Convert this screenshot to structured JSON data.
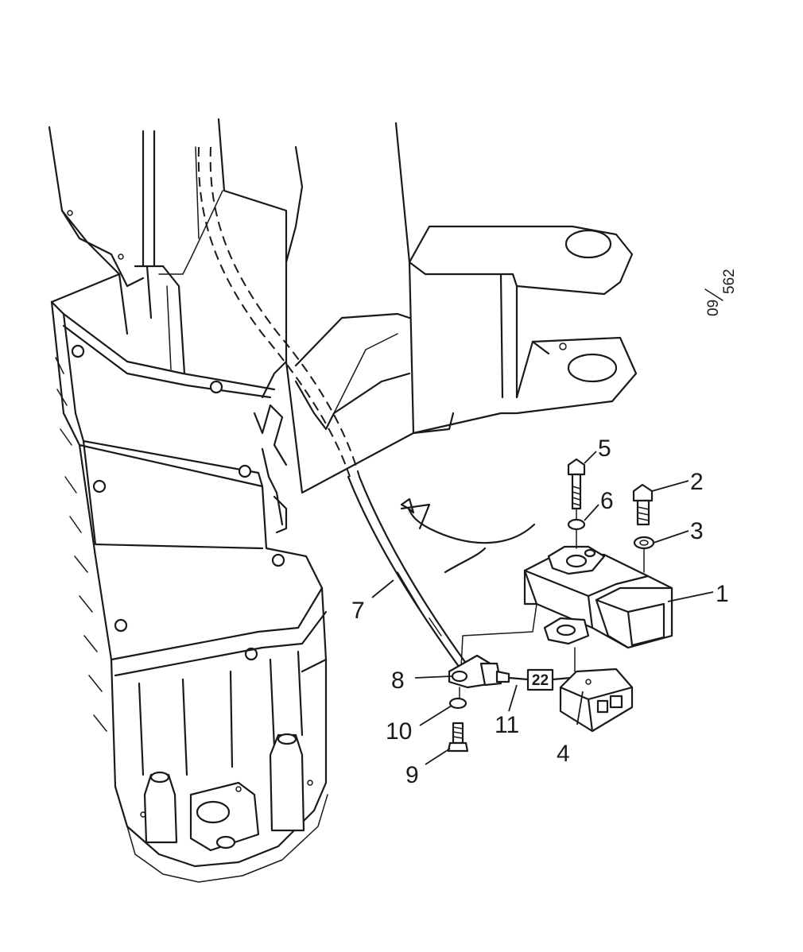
{
  "drawing": {
    "reference": {
      "top": "09",
      "bottom": "562"
    },
    "callouts": [
      {
        "id": "c1",
        "label": "1"
      },
      {
        "id": "c2",
        "label": "2"
      },
      {
        "id": "c3",
        "label": "3"
      },
      {
        "id": "c4",
        "label": "4"
      },
      {
        "id": "c5",
        "label": "5"
      },
      {
        "id": "c6",
        "label": "6"
      },
      {
        "id": "c7",
        "label": "7"
      },
      {
        "id": "c8",
        "label": "8"
      },
      {
        "id": "c9",
        "label": "9"
      },
      {
        "id": "c10",
        "label": "10"
      },
      {
        "id": "c11",
        "label": "11"
      }
    ],
    "connector_box_label": "22",
    "line_color": "#1a1a1a",
    "background_color": "#ffffff",
    "icons": [
      "rotation-arrow-icon"
    ]
  }
}
